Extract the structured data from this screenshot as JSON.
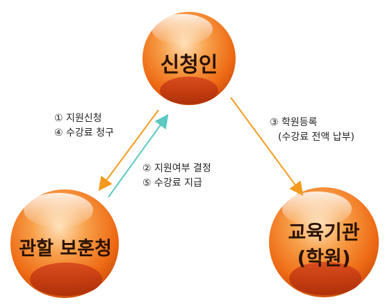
{
  "nodes": {
    "applicant": {
      "label": "신청인"
    },
    "authority": {
      "label": "관할 보훈청"
    },
    "institution": {
      "label_line1": "교육기관",
      "label_line2": "(학원)"
    }
  },
  "edges": {
    "applicant_to_authority": {
      "line1": "① 지원신청",
      "line2": "④ 수강료 청구",
      "color": "#f39a1f"
    },
    "authority_to_applicant": {
      "line1": "② 지원여부 결정",
      "line2": "⑤ 수강료 지급",
      "color": "#5cc8c0"
    },
    "applicant_to_institution": {
      "line1": "③ 학원등록",
      "line2": "(수강료 전액 납부)",
      "color": "#f39a1f"
    }
  },
  "colors": {
    "sphere_light": "#ffc27a",
    "sphere_mid": "#f07a1c",
    "sphere_dark": "#b83a0a"
  }
}
